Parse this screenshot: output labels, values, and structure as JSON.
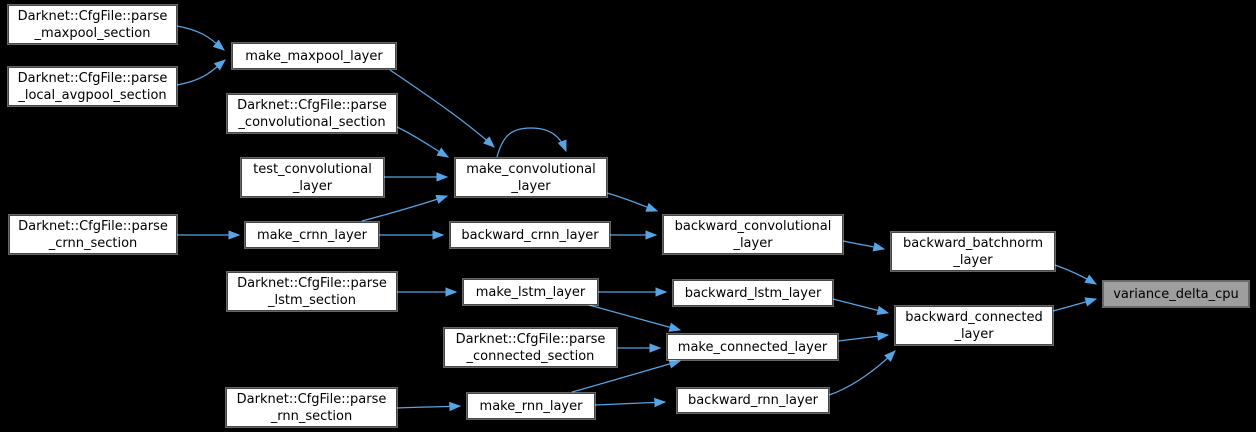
{
  "graph": {
    "title": "variance_delta_cpu call graph",
    "colors": {
      "background": "#000000",
      "edge": "#56a4e3",
      "node_fill": "#ffffff",
      "node_border": "#474747",
      "focus_fill": "#9e9e9e",
      "focus_border": "#6b6b6b",
      "text": "#000000"
    },
    "nodes": [
      {
        "id": "parse-maxpool-section",
        "label": "Darknet::CfgFile::parse\n_maxpool_section"
      },
      {
        "id": "make-maxpool-layer",
        "label": "make_maxpool_layer"
      },
      {
        "id": "parse-local-avgpool-section",
        "label": "Darknet::CfgFile::parse\n_local_avgpool_section"
      },
      {
        "id": "parse-convolutional-section",
        "label": "Darknet::CfgFile::parse\n_convolutional_section"
      },
      {
        "id": "test-convolutional-layer",
        "label": "test_convolutional\n_layer"
      },
      {
        "id": "make-convolutional-layer",
        "label": "make_convolutional\n_layer"
      },
      {
        "id": "parse-crnn-section",
        "label": "Darknet::CfgFile::parse\n_crnn_section"
      },
      {
        "id": "make-crnn-layer",
        "label": "make_crnn_layer"
      },
      {
        "id": "backward-crnn-layer",
        "label": "backward_crnn_layer"
      },
      {
        "id": "backward-convolutional-layer",
        "label": "backward_convolutional\n_layer"
      },
      {
        "id": "backward-batchnorm-layer",
        "label": "backward_batchnorm\n_layer"
      },
      {
        "id": "parse-lstm-section",
        "label": "Darknet::CfgFile::parse\n_lstm_section"
      },
      {
        "id": "make-lstm-layer",
        "label": "make_lstm_layer"
      },
      {
        "id": "backward-lstm-layer",
        "label": "backward_lstm_layer"
      },
      {
        "id": "backward-connected-layer",
        "label": "backward_connected\n_layer"
      },
      {
        "id": "variance-delta-cpu",
        "label": "variance_delta_cpu",
        "focus": true
      },
      {
        "id": "parse-connected-section",
        "label": "Darknet::CfgFile::parse\n_connected_section"
      },
      {
        "id": "make-connected-layer",
        "label": "make_connected_layer"
      },
      {
        "id": "parse-rnn-section",
        "label": "Darknet::CfgFile::parse\n_rnn_section"
      },
      {
        "id": "make-rnn-layer",
        "label": "make_rnn_layer"
      },
      {
        "id": "backward-rnn-layer",
        "label": "backward_rnn_layer"
      }
    ],
    "edges": [
      {
        "from": "parse-maxpool-section",
        "to": "make-maxpool-layer"
      },
      {
        "from": "parse-local-avgpool-section",
        "to": "make-maxpool-layer"
      },
      {
        "from": "make-maxpool-layer",
        "to": "make-convolutional-layer"
      },
      {
        "from": "parse-convolutional-section",
        "to": "make-convolutional-layer"
      },
      {
        "from": "test-convolutional-layer",
        "to": "make-convolutional-layer"
      },
      {
        "from": "make-crnn-layer",
        "to": "make-convolutional-layer"
      },
      {
        "from": "make-convolutional-layer",
        "to": "make-convolutional-layer"
      },
      {
        "from": "make-convolutional-layer",
        "to": "backward-convolutional-layer"
      },
      {
        "from": "parse-crnn-section",
        "to": "make-crnn-layer"
      },
      {
        "from": "make-crnn-layer",
        "to": "backward-crnn-layer"
      },
      {
        "from": "backward-crnn-layer",
        "to": "backward-convolutional-layer"
      },
      {
        "from": "backward-convolutional-layer",
        "to": "backward-batchnorm-layer"
      },
      {
        "from": "backward-batchnorm-layer",
        "to": "variance-delta-cpu"
      },
      {
        "from": "parse-lstm-section",
        "to": "make-lstm-layer"
      },
      {
        "from": "make-lstm-layer",
        "to": "backward-lstm-layer"
      },
      {
        "from": "make-lstm-layer",
        "to": "make-connected-layer"
      },
      {
        "from": "backward-lstm-layer",
        "to": "backward-connected-layer"
      },
      {
        "from": "parse-connected-section",
        "to": "make-connected-layer"
      },
      {
        "from": "make-connected-layer",
        "to": "backward-connected-layer"
      },
      {
        "from": "backward-connected-layer",
        "to": "variance-delta-cpu"
      },
      {
        "from": "parse-rnn-section",
        "to": "make-rnn-layer"
      },
      {
        "from": "make-rnn-layer",
        "to": "make-connected-layer"
      },
      {
        "from": "make-rnn-layer",
        "to": "backward-rnn-layer"
      },
      {
        "from": "backward-rnn-layer",
        "to": "backward-connected-layer"
      }
    ]
  }
}
